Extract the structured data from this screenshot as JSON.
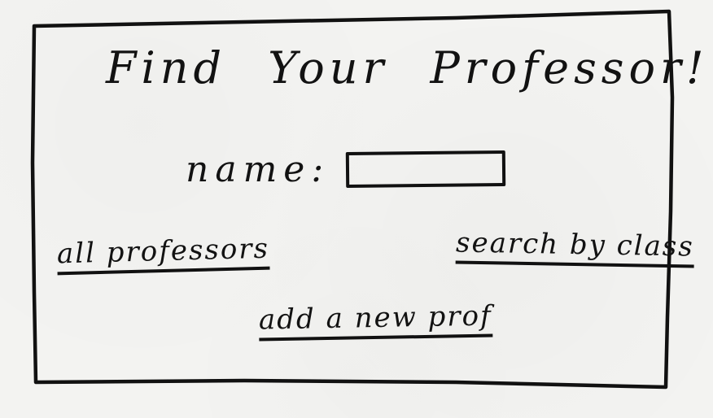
{
  "page": {
    "title": "Find Your Professor!"
  },
  "search": {
    "label": "name:",
    "value": "",
    "placeholder": ""
  },
  "links": {
    "all_professors": "all professors",
    "search_by_class": "search by class",
    "add_new_prof": "add a new prof"
  }
}
